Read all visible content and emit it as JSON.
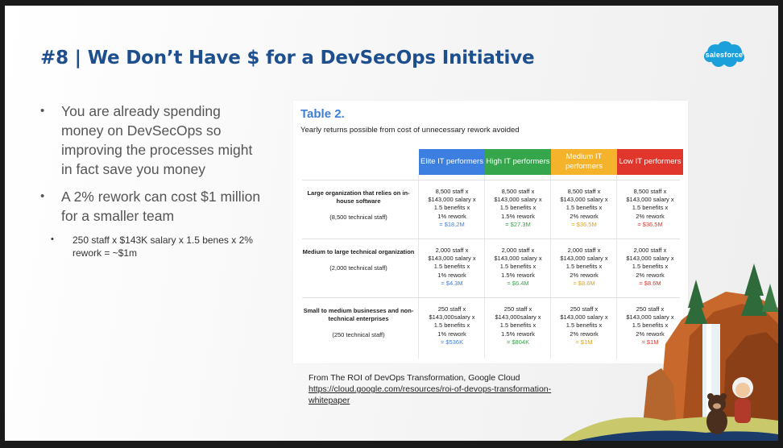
{
  "slide": {
    "title": "#8 | We Don’t Have $ for a DevSecOps Initiative",
    "logo_text": "salesforce",
    "bullets": [
      "You are already spending money on DevSecOps so improving the processes might in fact save you money",
      "A 2% rework can cost $1 million for a smaller team"
    ],
    "sub_bullet": "250 staff x $143K salary x 1.5 benes x 2% rework =  ~$1m"
  },
  "table": {
    "title": "Table 2.",
    "subtitle": "Yearly returns possible from cost of unnecessary rework avoided",
    "headers": [
      {
        "label": "Elite IT performers",
        "color": "#3d7fe0"
      },
      {
        "label": "High IT performers",
        "color": "#35a64b"
      },
      {
        "label": "Medium IT performers",
        "color": "#f4b32a"
      },
      {
        "label": "Low IT performers",
        "color": "#e0362c"
      }
    ],
    "result_colors": [
      "#3d7fe0",
      "#35a64b",
      "#e0a21a",
      "#e0362c"
    ],
    "rows": [
      {
        "label": "Large organization that relies on in-house software",
        "count": "(8,500 technical staff)",
        "cells": [
          {
            "lines": [
              "8,500 staff x",
              "$143,000 salary x",
              "1.5 benefits x",
              "1% rework"
            ],
            "result": "= $18.2M"
          },
          {
            "lines": [
              "8,500 staff x",
              "$143,000 salary x",
              "1.5 benefits x",
              "1.5% rework"
            ],
            "result": "= $27.3M"
          },
          {
            "lines": [
              "8,500 staff x",
              "$143,000 salary x",
              "1.5 benefits x",
              "2% rework"
            ],
            "result": "= $36.5M"
          },
          {
            "lines": [
              "8,500 staff x",
              "$143,000 salary x",
              "1.5 benefits x",
              "2% rework"
            ],
            "result": "= $36.5M"
          }
        ]
      },
      {
        "label": "Medium to large technical organization",
        "count": "(2,000 technical staff)",
        "cells": [
          {
            "lines": [
              "2,000 staff x",
              "$143,000 salary x",
              "1.5 benefits x",
              "1% rework"
            ],
            "result": "= $4.3M"
          },
          {
            "lines": [
              "2,000 staff x",
              "$143,000 salary x",
              "1.5 benefits x",
              "1.5% rework"
            ],
            "result": "= $6.4M"
          },
          {
            "lines": [
              "2,000 staff x",
              "$143,000 salary x",
              "1.5 benefits x",
              "2% rework"
            ],
            "result": "= $8.6M"
          },
          {
            "lines": [
              "2,000 staff x",
              "$143,000 salary x",
              "1.5 benefits x",
              "2% rework"
            ],
            "result": "= $8.6M"
          }
        ]
      },
      {
        "label": "Small to medium businesses and non-technical enterprises",
        "count": "(250 technical staff)",
        "cells": [
          {
            "lines": [
              "250 staff x",
              "$143,000salary x",
              "1.5 benefits x",
              "1% rework"
            ],
            "result": "= $536K"
          },
          {
            "lines": [
              "250 staff x",
              "$143,000salary x",
              "1.5 benefits x",
              "1.5% rework"
            ],
            "result": "= $804K"
          },
          {
            "lines": [
              "250 staff x",
              "$143,000 salary x",
              "1.5 benefits x",
              "2% rework"
            ],
            "result": "= $1M"
          },
          {
            "lines": [
              "250 staff x",
              "$143,000 salary x",
              "1.5 benefits x",
              "2% rework"
            ],
            "result": "= $1M"
          }
        ]
      }
    ]
  },
  "source": {
    "caption": "From The ROI of DevOps Transformation, Google Cloud",
    "link": "https://cloud.google.com/resources/roi-of-devops-transformation-whitepaper"
  }
}
